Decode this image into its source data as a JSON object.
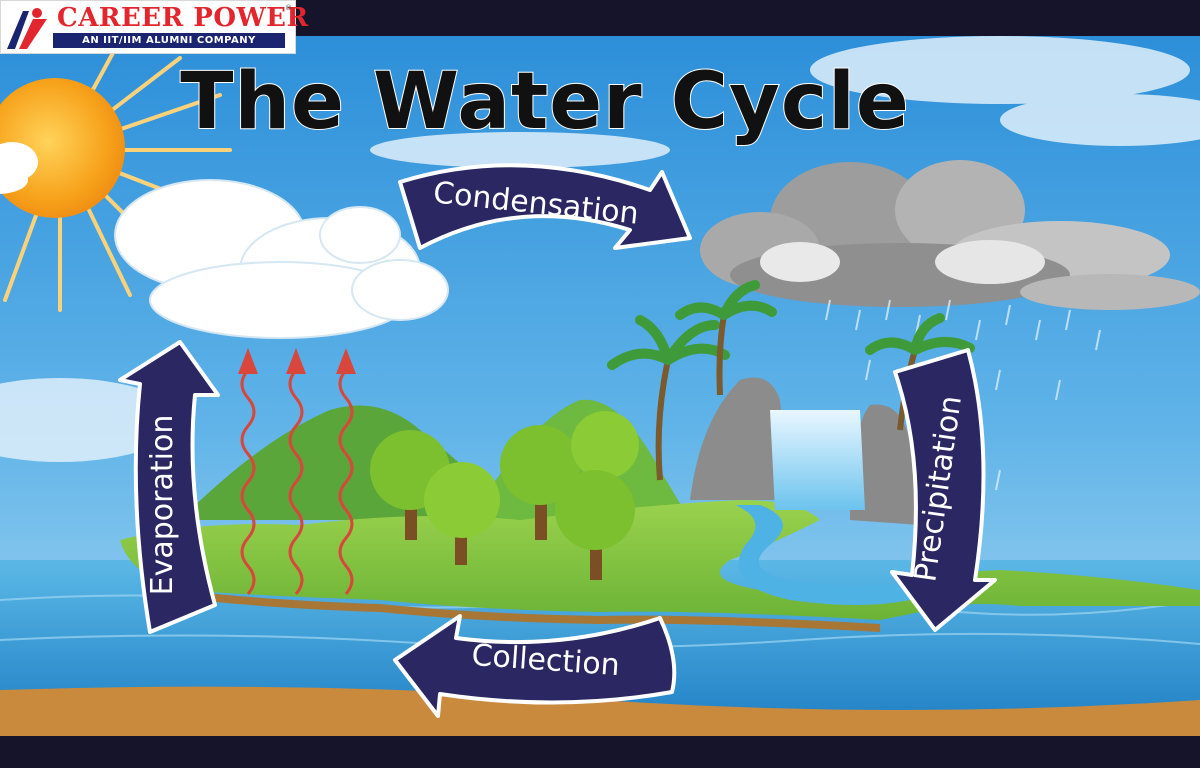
{
  "branding": {
    "name": "CAREER POWER",
    "tagline": "AN IIT/IIM ALUMNI COMPANY",
    "trademark": "®"
  },
  "diagram": {
    "title": "The Water Cycle",
    "stages": {
      "condensation": "Condensation",
      "precipitation": "Precipitation",
      "collection": "Collection",
      "evaporation": "Evaporation"
    }
  },
  "colors": {
    "arrow": "#2a2763",
    "sky_top": "#2b8fd8",
    "sky_bottom": "#8cc9ef",
    "sea": "#3fa6dd",
    "land": "#7cc441",
    "sun": "#f7a21b",
    "heat_wave": "#d9463b",
    "brand_red": "#e3262d",
    "brand_blue": "#1b2470",
    "letterbox": "#15142a"
  }
}
